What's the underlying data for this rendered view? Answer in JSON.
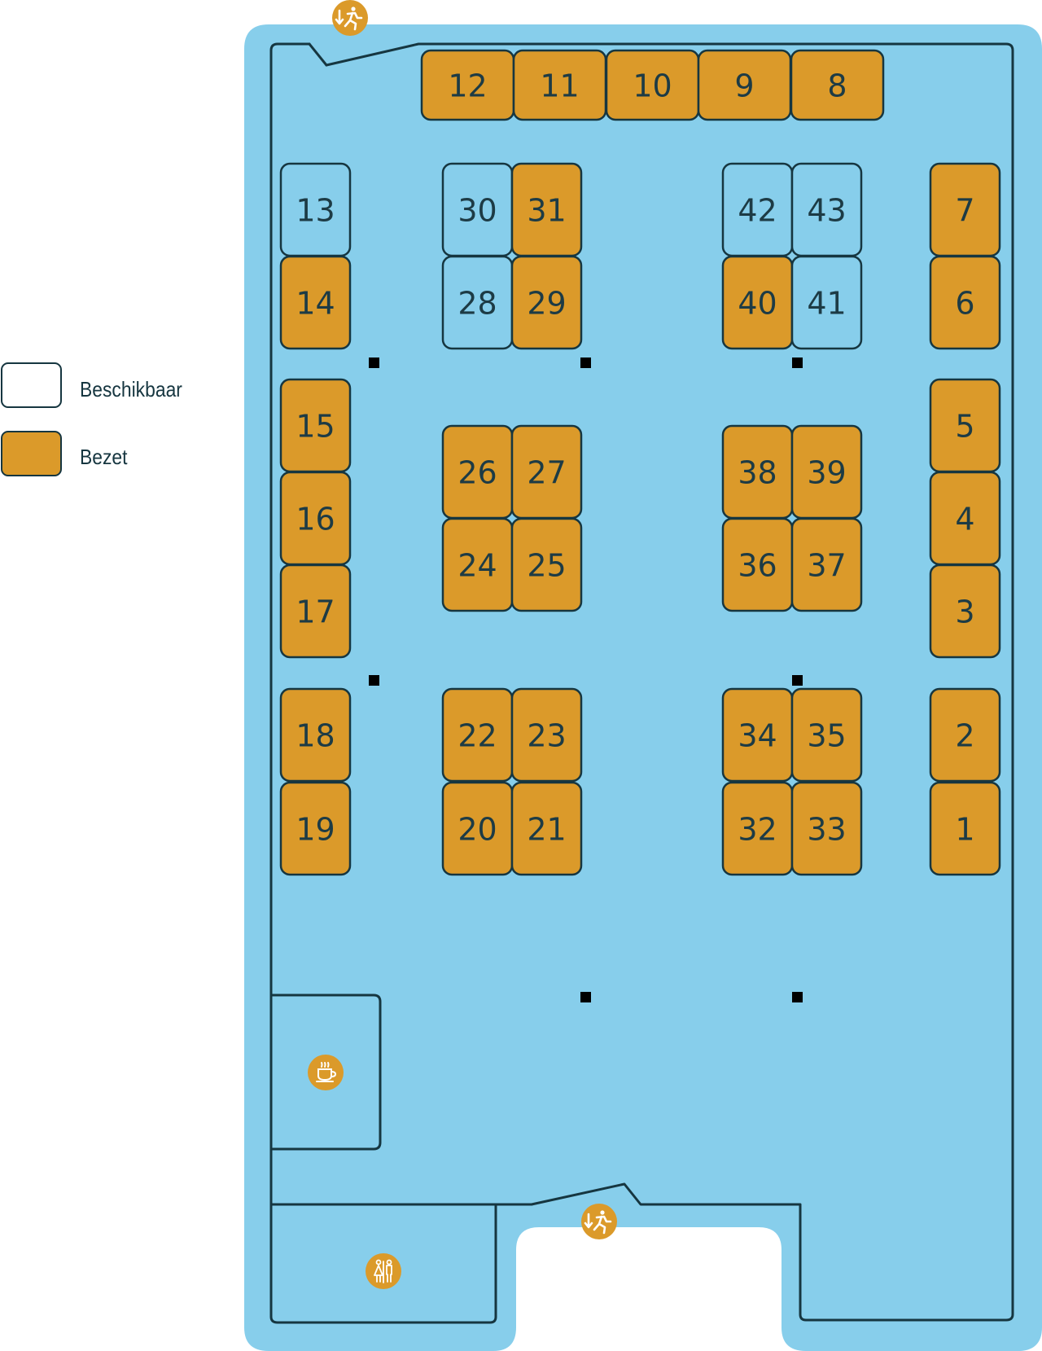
{
  "colors": {
    "floor": "#87ceeb",
    "occupied": "#db9a2a",
    "available": "#87ceeb",
    "outline": "#163640",
    "legend_available_fill": "#ffffff",
    "icon_fill": "#db9a2a"
  },
  "legend": {
    "available_label": "Beschikbaar",
    "occupied_label": "Bezet"
  },
  "icons": {
    "exit_top": "emergency-exit-icon",
    "exit_bottom": "emergency-exit-icon",
    "coffee": "coffee-cup-icon",
    "restroom": "restroom-icon"
  },
  "seats": [
    {
      "number": "12",
      "status": "occupied"
    },
    {
      "number": "11",
      "status": "occupied"
    },
    {
      "number": "10",
      "status": "occupied"
    },
    {
      "number": "9",
      "status": "occupied"
    },
    {
      "number": "8",
      "status": "occupied"
    },
    {
      "number": "13",
      "status": "available"
    },
    {
      "number": "14",
      "status": "occupied"
    },
    {
      "number": "30",
      "status": "available"
    },
    {
      "number": "31",
      "status": "occupied"
    },
    {
      "number": "28",
      "status": "available"
    },
    {
      "number": "29",
      "status": "occupied"
    },
    {
      "number": "42",
      "status": "available"
    },
    {
      "number": "43",
      "status": "available"
    },
    {
      "number": "40",
      "status": "occupied"
    },
    {
      "number": "41",
      "status": "available"
    },
    {
      "number": "7",
      "status": "occupied"
    },
    {
      "number": "6",
      "status": "occupied"
    },
    {
      "number": "15",
      "status": "occupied"
    },
    {
      "number": "16",
      "status": "occupied"
    },
    {
      "number": "17",
      "status": "occupied"
    },
    {
      "number": "26",
      "status": "occupied"
    },
    {
      "number": "27",
      "status": "occupied"
    },
    {
      "number": "24",
      "status": "occupied"
    },
    {
      "number": "25",
      "status": "occupied"
    },
    {
      "number": "38",
      "status": "occupied"
    },
    {
      "number": "39",
      "status": "occupied"
    },
    {
      "number": "36",
      "status": "occupied"
    },
    {
      "number": "37",
      "status": "occupied"
    },
    {
      "number": "5",
      "status": "occupied"
    },
    {
      "number": "4",
      "status": "occupied"
    },
    {
      "number": "3",
      "status": "occupied"
    },
    {
      "number": "18",
      "status": "occupied"
    },
    {
      "number": "19",
      "status": "occupied"
    },
    {
      "number": "22",
      "status": "occupied"
    },
    {
      "number": "23",
      "status": "occupied"
    },
    {
      "number": "20",
      "status": "occupied"
    },
    {
      "number": "21",
      "status": "occupied"
    },
    {
      "number": "34",
      "status": "occupied"
    },
    {
      "number": "35",
      "status": "occupied"
    },
    {
      "number": "32",
      "status": "occupied"
    },
    {
      "number": "33",
      "status": "occupied"
    },
    {
      "number": "2",
      "status": "occupied"
    },
    {
      "number": "1",
      "status": "occupied"
    }
  ]
}
